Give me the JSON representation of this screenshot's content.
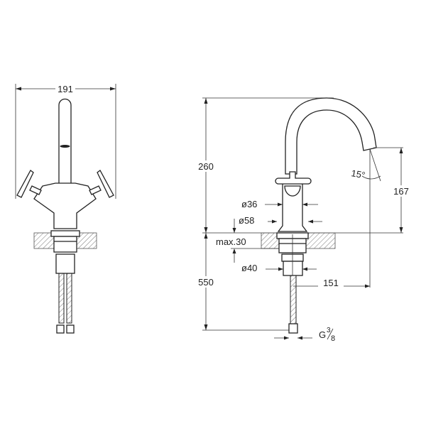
{
  "front_view": {
    "width_label": "191"
  },
  "side_view": {
    "height_label": "260",
    "hose_length_label": "550",
    "spout_height_label": "167",
    "angle_label": "15°",
    "body_diameter_label": "ø36",
    "base_diameter_label": "ø58",
    "counter_thickness_label": "max.30",
    "nut_diameter_label": "ø40",
    "reach_label": "151",
    "thread_label": "G",
    "thread_fraction_num": "3",
    "thread_fraction_den": "8"
  },
  "colors": {
    "line": "#222222",
    "background": "#ffffff"
  }
}
